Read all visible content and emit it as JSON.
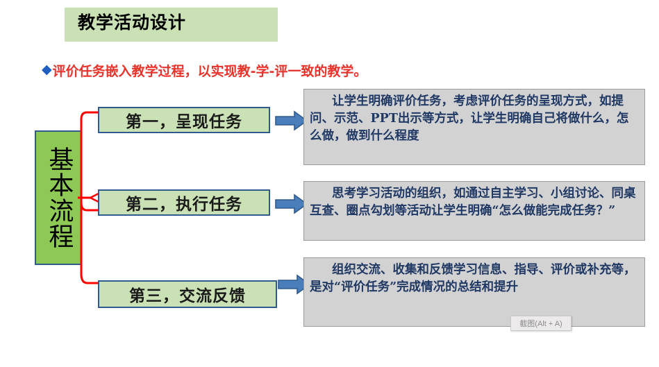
{
  "slide": {
    "title": "教学活动设计",
    "subtitle": {
      "bullet": "diamond-bullet-icon",
      "bullet_glyph": "◆",
      "text": "评价任务嵌入教学过程，以实现教-学-评一致的教学。",
      "color": "#e8322a",
      "bullet_color": "#1f5fc0"
    },
    "flow_label": "基本流程",
    "steps": [
      {
        "label": "第一，呈现任务",
        "arrow": "right-arrow-icon",
        "detail": "让学生明确评价任务，考虑评价任务的呈现方式，如提问、示范、PPT出示等方式，让学生明确自己将做什么，怎么做，做到什么程度"
      },
      {
        "label": "第二，执行任务",
        "arrow": "right-arrow-icon",
        "detail": "思考学习活动的组织，如通过自主学习、小组讨论、同桌互查、圈点勾划等活动让学生明确“怎么做能完成任务？”"
      },
      {
        "label": "第三，交流反馈",
        "arrow": "right-arrow-icon",
        "detail": "组织交流、收集和反馈学习信息、指导、评价或补充等，是对“评价任务”完成情况的总结和提升"
      }
    ],
    "colors": {
      "title_banner": "#c9e1b5",
      "flow_box_fill": "#8fc955",
      "step_box_fill": "#c9e1b5",
      "box_border": "#2e5a8e",
      "connector": "#ff0000",
      "arrow_fill": "#4a7ebb",
      "arrow_border": "#2e5a8e",
      "panel_fill": "#d2d2d2",
      "panel_border": "#9a9a9a",
      "panel_text": "#1f3864"
    }
  },
  "overlay": {
    "tooltip": "截图(Alt + A)"
  }
}
